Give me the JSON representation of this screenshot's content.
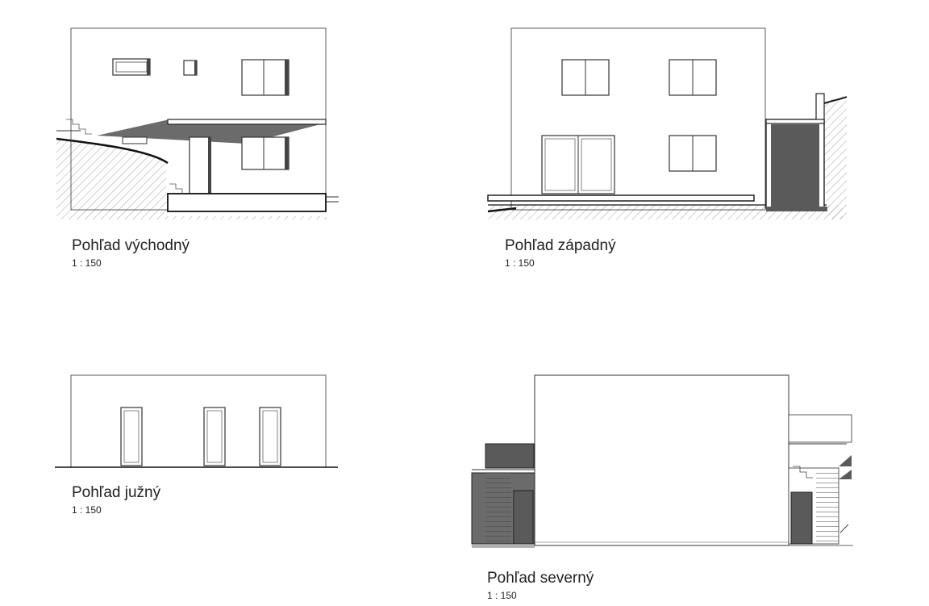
{
  "sheet": {
    "views": [
      {
        "title": "Pohľad východný",
        "scale": "1 : 150"
      },
      {
        "title": "Pohľad západný",
        "scale": "1 : 150"
      },
      {
        "title": "Pohľad južný",
        "scale": "1 : 150"
      },
      {
        "title": "Pohľad severný",
        "scale": "1 : 150"
      }
    ]
  },
  "colors": {
    "line": "#333333",
    "fill_dark": "#5a5a5a",
    "fill_mid": "#6b6b6b",
    "hatch": "#777777"
  }
}
